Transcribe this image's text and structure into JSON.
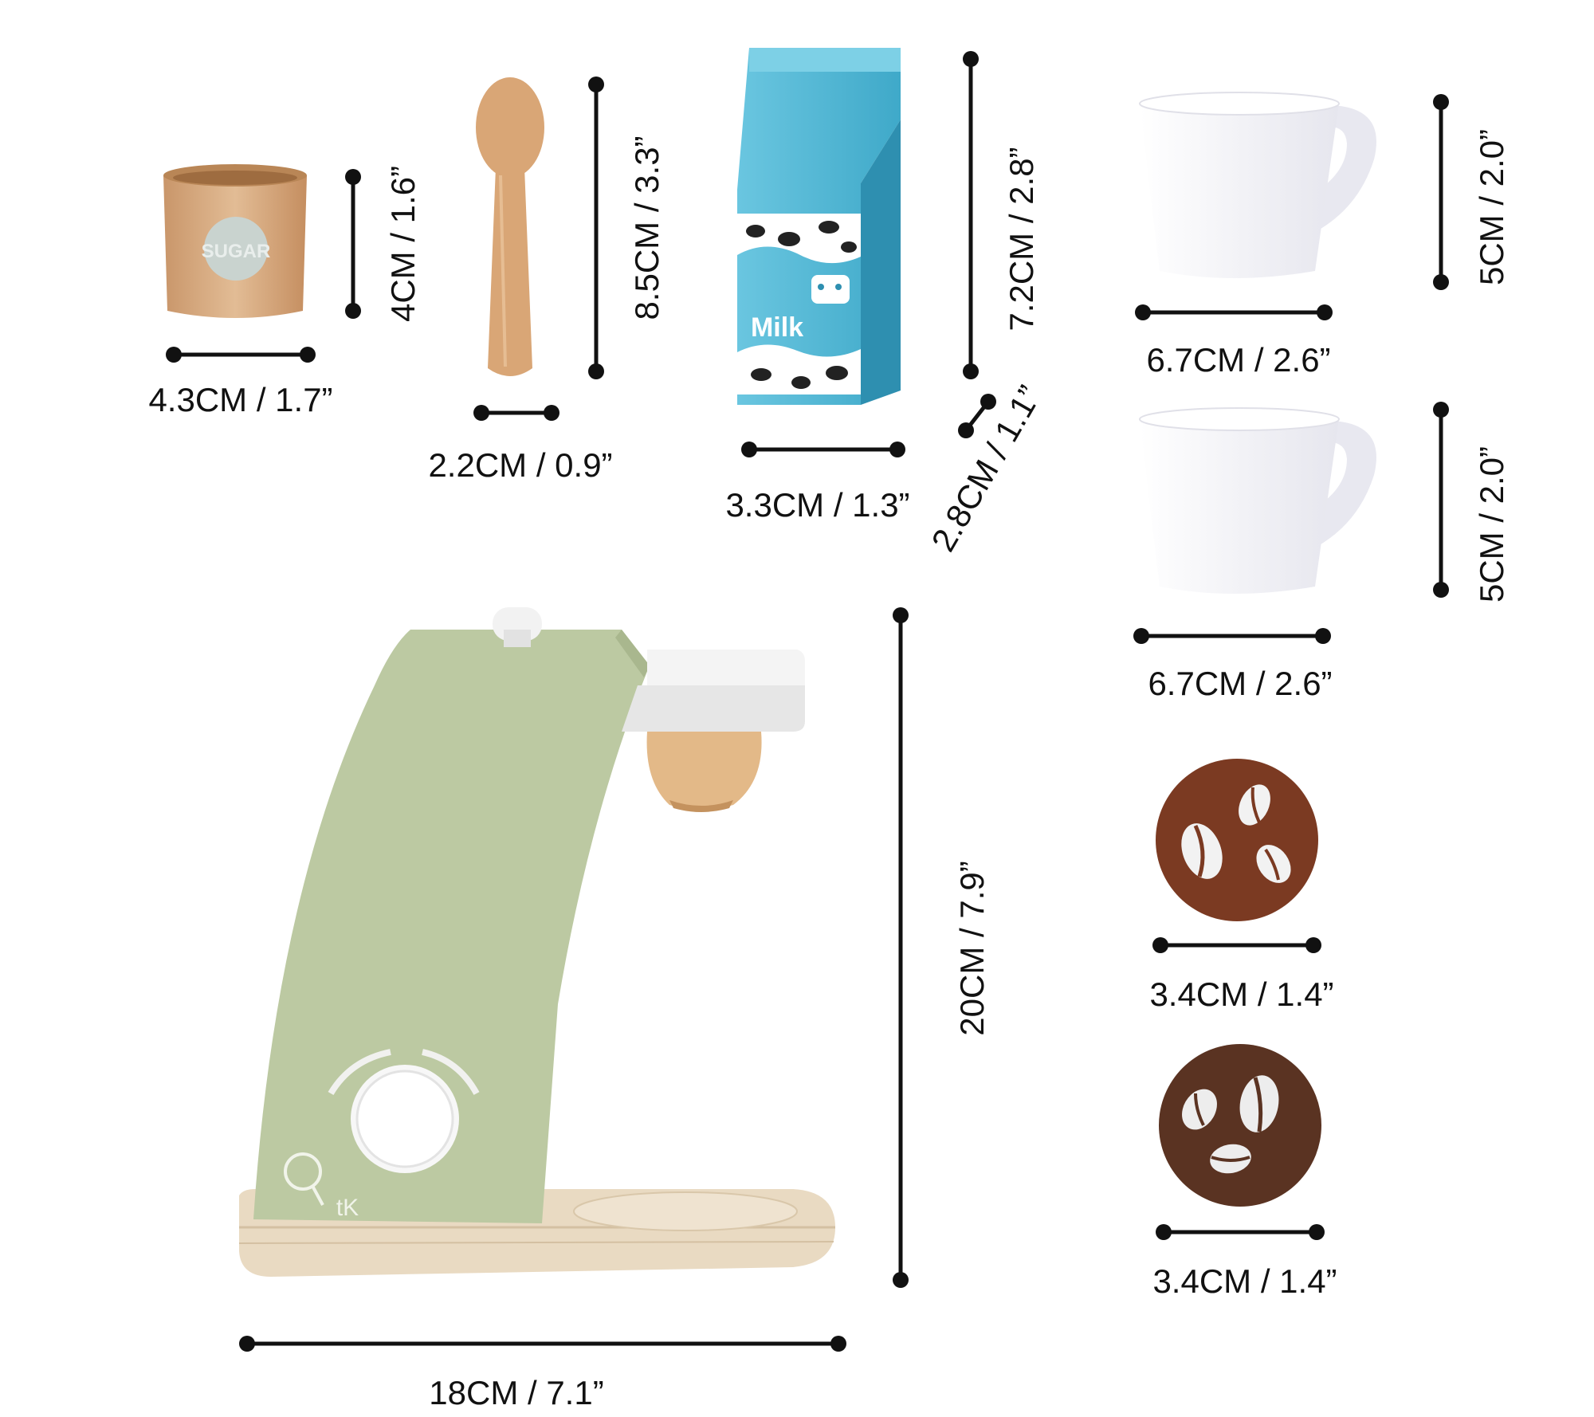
{
  "colors": {
    "wood": "#D9AE85",
    "sugar_label": "#C9D3CF",
    "milk_blue": "#4DB8D6",
    "machine_green": "#BCC9A2",
    "machine_base": "#E9DAC2",
    "cup_white": "#F3F3F8",
    "pod_brown_1": "#7B3A22",
    "pod_brown_2": "#5A3322",
    "ink": "#111111"
  },
  "products": {
    "sugar": {
      "text": "SUGAR",
      "width": "4.3CM / 1.7”",
      "height": "4CM / 1.6”"
    },
    "spoon": {
      "width": "2.2CM / 0.9”",
      "height": "8.5CM / 3.3”"
    },
    "milk": {
      "text": "Milk",
      "width": "3.3CM / 1.3”",
      "height": "7.2CM / 2.8”",
      "depth": "2.8CM / 1.1”"
    },
    "cup_1": {
      "width": "6.7CM / 2.6”",
      "height": "5CM / 2.0”"
    },
    "cup_2": {
      "width": "6.7CM / 2.6”",
      "height": "5CM / 2.0”"
    },
    "pod_1": {
      "width": "3.4CM / 1.4”"
    },
    "pod_2": {
      "width": "3.4CM / 1.4”"
    },
    "machine": {
      "logo": "tK",
      "width": "18CM / 7.1”",
      "height": "20CM / 7.9”"
    }
  }
}
